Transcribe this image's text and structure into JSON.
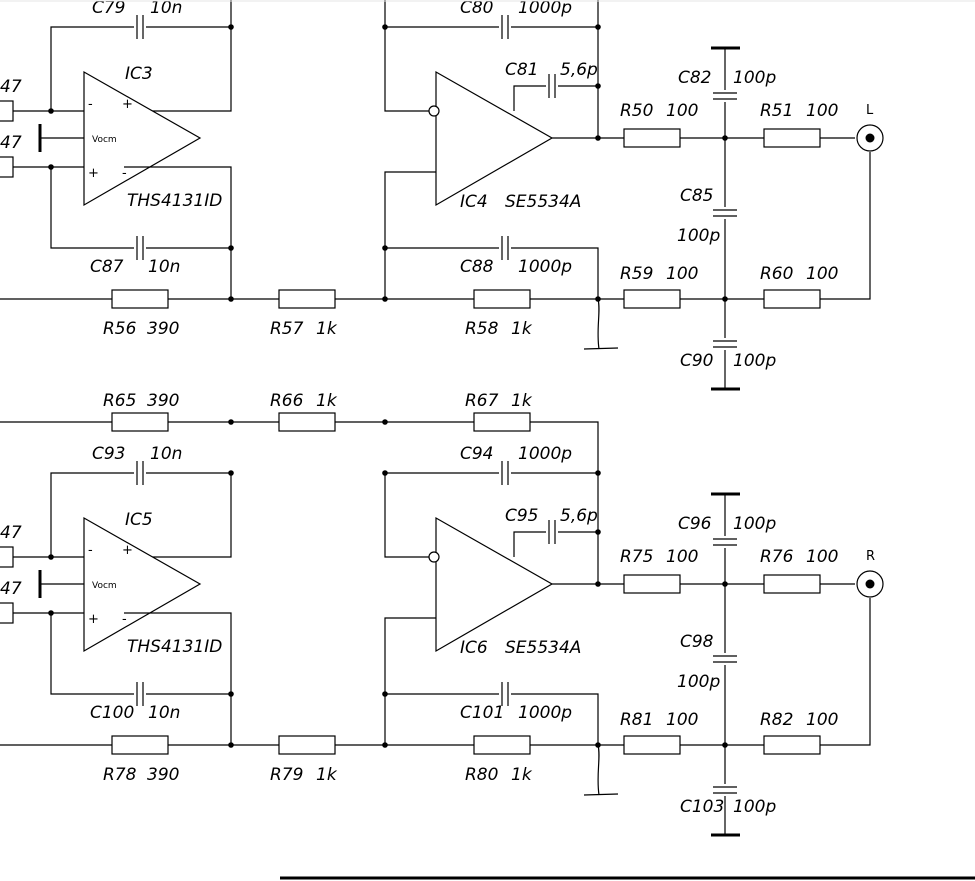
{
  "channels": [
    {
      "top_wire_label": "",
      "R_top_a": "",
      "C_fb_top": "C79",
      "C_fb_top_val": "10n",
      "ic_diff": "IC3",
      "ic_diff_part": "THS4131ID",
      "vocm": "Vocm",
      "in_res_top": "47",
      "in_res_bot": "47",
      "C_fb_bot": "C87",
      "C_fb_bot_val": "10n",
      "R_bot_a": "R56",
      "R_bot_a_val": "390",
      "R_bot_b": "R57",
      "R_bot_b_val": "1k",
      "R_bot_c": "R58",
      "R_bot_c_val": "1k",
      "C_big_top": "C80",
      "C_big_top_val": "1000p",
      "C_small": "C81",
      "C_small_val": "5,6p",
      "ic_op": "IC4",
      "ic_op_part": "SE5534A",
      "C_big_bot": "C88",
      "C_big_bot_val": "1000p",
      "R_out_top_a": "R50",
      "R_out_top_a_val": "100",
      "R_out_top_b": "R51",
      "R_out_top_b_val": "100",
      "R_out_bot_a": "R59",
      "R_out_bot_a_val": "100",
      "R_out_bot_b": "R60",
      "R_out_bot_b_val": "100",
      "C_sh_top": "C82",
      "C_sh_top_val": "100p",
      "C_mid": "C85",
      "C_mid_val": "100p",
      "C_sh_bot": "C90",
      "C_sh_bot_val": "100p",
      "connector": "L"
    },
    {
      "R_top_a": "R65",
      "R_top_a_val": "390",
      "R_top_b": "R66",
      "R_top_b_val": "1k",
      "R_top_c": "R67",
      "R_top_c_val": "1k",
      "C_fb_top": "C93",
      "C_fb_top_val": "10n",
      "ic_diff": "IC5",
      "ic_diff_part": "THS4131ID",
      "vocm": "Vocm",
      "in_res_top": "47",
      "in_res_bot": "47",
      "C_fb_bot": "C100",
      "C_fb_bot_val": "10n",
      "R_bot_a": "R78",
      "R_bot_a_val": "390",
      "R_bot_b": "R79",
      "R_bot_b_val": "1k",
      "R_bot_c": "R80",
      "R_bot_c_val": "1k",
      "C_big_top": "C94",
      "C_big_top_val": "1000p",
      "C_small": "C95",
      "C_small_val": "5,6p",
      "ic_op": "IC6",
      "ic_op_part": "SE5534A",
      "C_big_bot": "C101",
      "C_big_bot_val": "1000p",
      "R_out_top_a": "R75",
      "R_out_top_a_val": "100",
      "R_out_top_b": "R76",
      "R_out_top_b_val": "100",
      "R_out_bot_a": "R81",
      "R_out_bot_a_val": "100",
      "R_out_bot_b": "R82",
      "R_out_bot_b_val": "100",
      "C_sh_top": "C96",
      "C_sh_top_val": "100p",
      "C_mid": "C98",
      "C_mid_val": "100p",
      "C_sh_bot": "C103",
      "C_sh_bot_val": "100p",
      "connector": "R"
    }
  ],
  "pin_minus": "-",
  "pin_plus": "+"
}
